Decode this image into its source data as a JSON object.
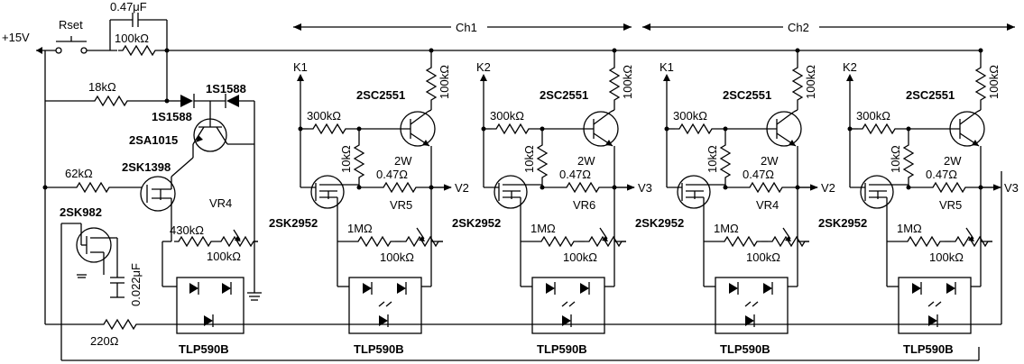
{
  "supply": "+15V",
  "channel_labels": [
    "Ch1",
    "Ch2"
  ],
  "input": {
    "switch": "Rset",
    "cap_top": "0.47μF",
    "r_top": "100kΩ",
    "r_18k": "18kΩ",
    "diode_a": "1S1588",
    "diode_b": "1S1588",
    "pnp": "2SA1015",
    "jfet": "2SK1398",
    "r_62k": "62kΩ",
    "fet_left": "2SK982",
    "r_430k": "430kΩ",
    "vr": "VR4",
    "r_vr": "100kΩ",
    "cap_small": "0.022μF",
    "r_220": "220Ω",
    "opto": "TLP590B"
  },
  "stages": [
    {
      "k": "K1",
      "out": "V2",
      "vr": "VR5"
    },
    {
      "k": "K2",
      "out": "V3",
      "vr": "VR6"
    },
    {
      "k": "K1",
      "out": "V2",
      "vr": "VR4"
    },
    {
      "k": "K2",
      "out": "V3",
      "vr": "VR5"
    }
  ],
  "stage_common": {
    "collector_r": "100kΩ",
    "npn": "2SC2551",
    "base_r": "300kΩ",
    "r_10k": "10kΩ",
    "power": "2W",
    "r_sense": "0.47Ω",
    "mosfet": "2SK2952",
    "r_1m": "1MΩ",
    "r_100k": "100kΩ",
    "opto": "TLP590B"
  }
}
